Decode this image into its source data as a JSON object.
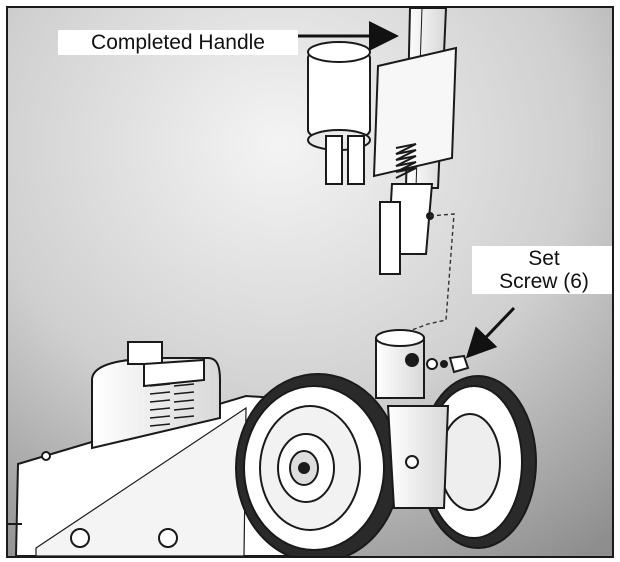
{
  "callouts": {
    "completed_handle": "Completed Handle",
    "set_screw_line1": "Set",
    "set_screw_line2": "Screw (6)"
  },
  "icons": {
    "arrow": "arrow-icon"
  },
  "colors": {
    "background_light": "#f2f2f2",
    "background_dark": "#9a9a9a",
    "outline": "#1a1a1a",
    "part_fill": "#ffffff"
  }
}
